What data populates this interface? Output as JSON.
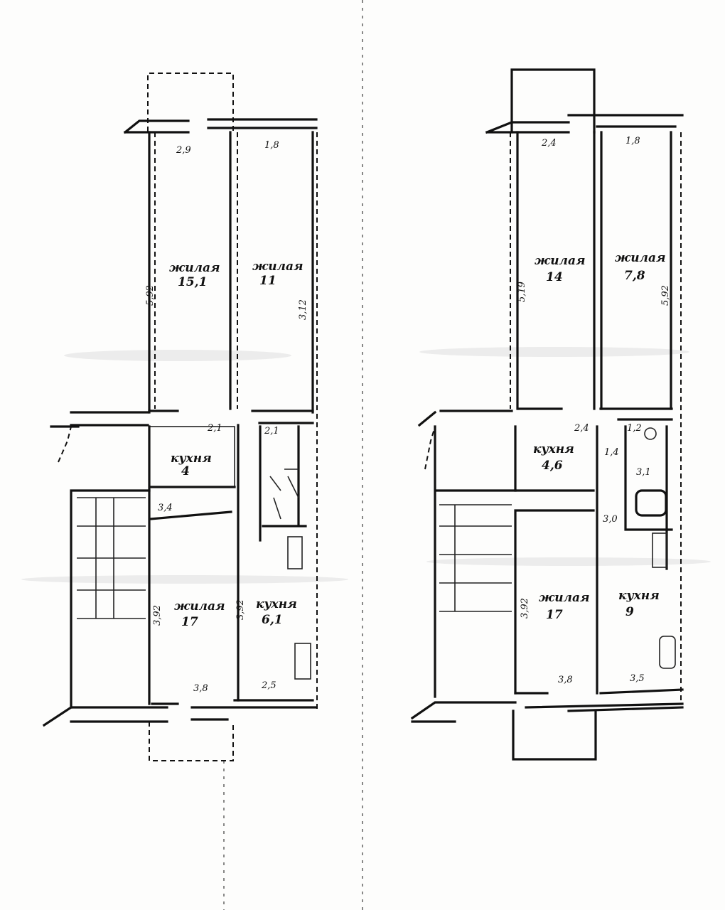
{
  "plans": {
    "left": {
      "labels": {
        "room_top_left_name": "жилая",
        "room_top_left_area": "15,1",
        "room_top_right_name": "жилая",
        "room_top_right_area": "11",
        "room_mid_name": "кухня",
        "room_mid_area": "4",
        "room_bottom_left_name": "жилая",
        "room_bottom_left_area": "17",
        "room_bottom_right_name": "кухня",
        "room_bottom_right_area": "6,1",
        "dim_top_left": "2,9",
        "dim_top_right": "1,8",
        "dim_side_left": "5,92",
        "dim_side_right": "3,12",
        "dim_mid_a": "2,1",
        "dim_mid_b": "2,1",
        "dim_hall": "3,4",
        "dim_bot_left": "3,8",
        "dim_bot_right": "2,5",
        "dim_bot_side_a": "3,92",
        "dim_bot_side_b": "3,92"
      }
    },
    "right": {
      "labels": {
        "room_top_left_name": "жилая",
        "room_top_left_area": "14",
        "room_top_right_name": "жилая",
        "room_top_right_area": "7,8",
        "room_mid_name": "кухня",
        "room_mid_area": "4,6",
        "room_small_area": "1,4",
        "room_bath_area": "3,1",
        "room_bottom_left_name": "жилая",
        "room_bottom_left_area": "17",
        "room_bottom_right_name": "кухня",
        "room_bottom_right_area": "9",
        "dim_top_left": "2,4",
        "dim_top_right": "1,8",
        "dim_side_left": "5,19",
        "dim_side_right": "5,92",
        "dim_mid_a": "2,4",
        "dim_mid_b": "1,2",
        "dim_bath": "3,0",
        "dim_bot_left": "3,8",
        "dim_bot_right": "3,5",
        "dim_bot_side": "3,92"
      }
    }
  }
}
